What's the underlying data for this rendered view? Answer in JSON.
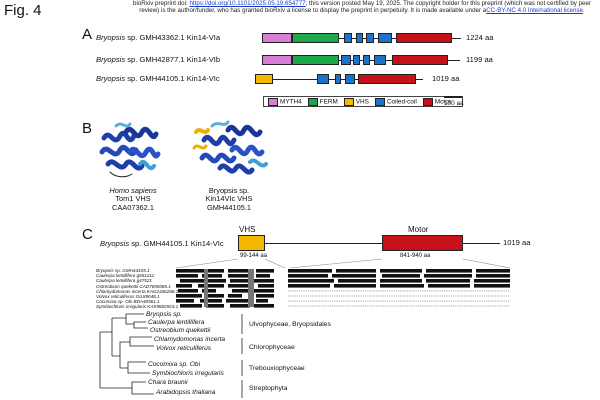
{
  "figure": {
    "title": "Fig. 4",
    "preprint_notice_pre": "bioRxiv preprint doi: ",
    "preprint_doi": "https://doi.org/10.1101/2025.05.19.654777",
    "preprint_notice_mid": "; this version posted May 19, 2025. The copyright holder for this preprint (which was not certified by peer review) is the author/funder, who has granted bioRxiv a license to display the preprint in perpetuity. It is made available under a",
    "preprint_license": "CC-BY-NC 4.0 International license",
    "preprint_notice_end": "."
  },
  "panel_a": {
    "label": "A",
    "proteins": [
      {
        "species": "Bryopsis",
        "name": " sp. GMH43362.1 Kin14-VIa",
        "length": "1224 aa"
      },
      {
        "species": "Bryopsis",
        "name": " sp. GMH42877.1 Kin14-VIb",
        "length": "1199 aa"
      },
      {
        "species": "Bryopsis",
        "name": " sp. GMH44105.1 Kin14-VIc",
        "length": "1019 aa"
      }
    ],
    "legend": [
      "MYTH4",
      "FERM",
      "VHS",
      "Coiled-coil",
      "Motor"
    ],
    "scale": "100 aa",
    "colors": {
      "MYTH4": "#d77fd6",
      "FERM": "#1ea84a",
      "VHS": "#f5b800",
      "Coiled-coil": "#1c74c8",
      "Motor": "#c8101a"
    }
  },
  "panel_b": {
    "label": "B",
    "structures": [
      {
        "line1": "Homo sapiens",
        "line2": "Tom1 VHS",
        "line3": "CAA07362.1"
      },
      {
        "line1": "Bryopsis sp.",
        "line2": "Kin14VIc  VHS",
        "line3": "GMH44105.1"
      }
    ]
  },
  "panel_c": {
    "label": "C",
    "protein_species": "Bryopsis",
    "protein_name": " sp. GMH44105.1 Kin14-VIc",
    "length": "1019 aa",
    "domain_vhs": "VHS",
    "domain_motor": "Motor",
    "vhs_range": "99-144 aa",
    "motor_range": "841-940 aa",
    "alignment_seqs": [
      "Bryopsis sp. GMH44105.1",
      "Caulerpa lentillifera g551211",
      "Caulerpa lentillifera g47521",
      "Ostreobium quekettii CAD7695085.1",
      "Chlamydomonas incerta KAG2436288.1",
      "Volvox reticuliferus GIL89048.1",
      "Cocomixa sp. Obi BDA40561.1",
      "Symbiochloris irregularis KAK9802923.1"
    ],
    "tree_taxa": [
      "Bryopsis sp.",
      "Caulerpa lentillifera",
      "Ostreobium quekettii",
      "Chlamydomonas incerta",
      "Volvox reticuliferus",
      "Cocomixa sp. Obi",
      "Symbiochloris irregularis",
      "Chara braunii",
      "Arabidopsis thaliana"
    ],
    "clades": [
      "Ulvophyceae, Bryopsidales",
      "Chlorophyceae",
      "Trebouxiophyceae",
      "Streptophyta"
    ]
  }
}
